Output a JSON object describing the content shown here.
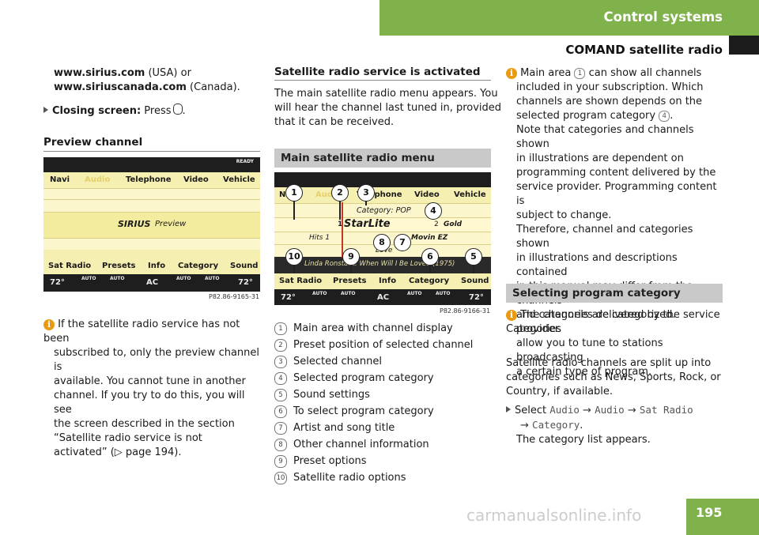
{
  "header": {
    "section": "Control systems",
    "subsection": "COMAND satellite radio"
  },
  "col1": {
    "url1": "www.sirius.com",
    "url1_suffix": " (USA) or",
    "url2": "www.siriuscanada.com",
    "url2_suffix": " (Canada).",
    "closing_label": "Closing screen:",
    "closing_text": "Press",
    "preview_heading": "Preview channel",
    "preview_caption": "P82.86-9165-31",
    "info_lines": [
      "If the satellite radio service has not been",
      "subscribed to, only the preview channel is",
      "available. You cannot tune in another",
      "channel. If you try to do this, you will see",
      "the screen described in the section",
      "“Satellite radio service is not",
      "activated” (▷ page 194)."
    ]
  },
  "screen1": {
    "top_menu": [
      "Navi",
      "Audio",
      "Telephone",
      "Video",
      "Vehicle"
    ],
    "center": "SIRIUS",
    "center_sub": "Preview",
    "bottom_menu": [
      "Sat Radio",
      "Presets",
      "Info",
      "Category",
      "Sound"
    ],
    "climate": [
      "72°",
      "AUTO",
      "AUTO",
      "AC",
      "AUTO",
      "AUTO",
      "72°"
    ],
    "ready": "READY"
  },
  "col2": {
    "heading": "Satellite radio service is activated",
    "para": [
      "The main satellite radio menu appears. You",
      "will hear the channel last tuned in, provided",
      "that it can be received."
    ],
    "box_heading": "Main satellite radio menu",
    "caption": "P82.86-9166-31",
    "legend": [
      {
        "num": "1",
        "text": "Main area with channel display"
      },
      {
        "num": "2",
        "text": "Preset position of selected channel"
      },
      {
        "num": "3",
        "text": "Selected channel"
      },
      {
        "num": "4",
        "text": "Selected program category"
      },
      {
        "num": "5",
        "text": "Sound settings"
      },
      {
        "num": "6",
        "text": "To select program category"
      },
      {
        "num": "7",
        "text": "Artist and song title"
      },
      {
        "num": "8",
        "text": "Other channel information"
      },
      {
        "num": "9",
        "text": "Preset options"
      },
      {
        "num": "10",
        "text": "Satellite radio options"
      }
    ]
  },
  "screen2": {
    "top_menu": [
      "Navi",
      "Audio",
      "Telephone",
      "Video",
      "Vehicle"
    ],
    "category": "Category: POP",
    "preset1": "1",
    "channel": "StarLite",
    "preset2": "2",
    "gold": "Gold",
    "hits": "Hits 1",
    "movin": "Movin EZ",
    "love": "Love",
    "song": "Linda Ronstadt: When Will I Be Loved (1975)",
    "bottom_menu": [
      "Sat Radio",
      "Presets",
      "Info",
      "Category",
      "Sound"
    ],
    "climate": [
      "72°",
      "AUTO",
      "AUTO",
      "AC",
      "AUTO",
      "AUTO",
      "72°"
    ],
    "callouts": [
      "1",
      "2",
      "3",
      "4",
      "5",
      "6",
      "7",
      "8",
      "9",
      "10"
    ]
  },
  "col3": {
    "info1": [
      "Main area",
      "can show all channels",
      "included in your subscription. Which",
      "channels are shown depends on the",
      "selected program category",
      "Note that categories and channels shown",
      "in illustrations are dependent on",
      "programming content delivered by the",
      "service provider. Programming content is",
      "subject to change.",
      "Therefore, channel and categories shown",
      "in illustrations and descriptions contained",
      "in this manual may differ from the channels",
      "and categories delivered by the service",
      "provider."
    ],
    "info1_ref1": "1",
    "info1_ref4": "4",
    "box_heading": "Selecting program category",
    "info2": [
      "The channels are categorized. Categories",
      "allow you to tune to stations broadcasting",
      "a certain type of program."
    ],
    "para": [
      "Satellite radio channels are split up into",
      "categories such as News, Sports, Rock, or",
      "Country, if available."
    ],
    "select_label": "Select",
    "path": [
      "Audio",
      "Audio",
      "Sat Radio",
      "Category"
    ],
    "result": "The category list appears."
  },
  "page_number": "195",
  "watermark": "carmanualsonline.info",
  "colors": {
    "accent_green": "#7fb24a",
    "info_orange": "#e89a12",
    "box_grey": "#c9c9c9"
  }
}
